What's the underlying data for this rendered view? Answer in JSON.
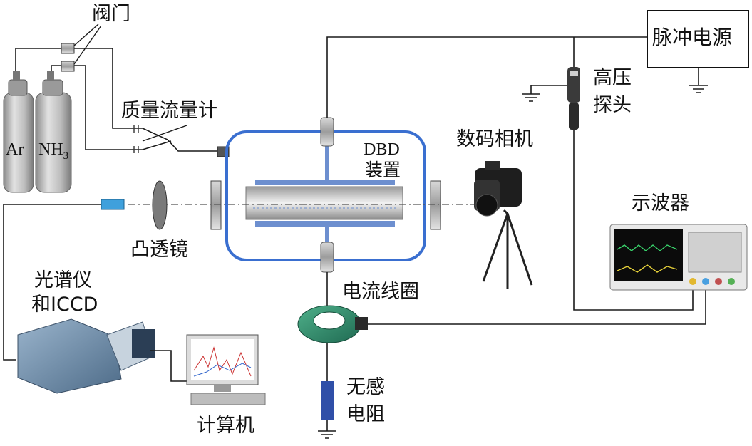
{
  "labels": {
    "valve": "阀门",
    "mass_flow_meter": "质量流量计",
    "gas_ar": "Ar",
    "gas_nh3": "NH",
    "gas_nh3_sub": "3",
    "dbd_line1": "DBD",
    "dbd_line2": "装置",
    "lens": "凸透镜",
    "spectrometer_line1": "光谱仪",
    "spectrometer_line2": "和ICCD",
    "computer": "计算机",
    "pulse_power": "脉冲电源",
    "hv_probe_line1": "高压",
    "hv_probe_line2": "探头",
    "camera": "数码相机",
    "oscilloscope": "示波器",
    "current_coil": "电流线圈",
    "resistor_line1": "无感",
    "resistor_line2": "电阻"
  },
  "colors": {
    "wire": "#1a1a1a",
    "chamber": "#3a6fd0",
    "electrode": "#6d8fcf",
    "resistor": "#2f4fa8",
    "fiber_head": "#3fa0dc",
    "coil": "#2e8a6a",
    "spectrometer": "#6f8fb0",
    "cylinder": "#b9b9b9"
  }
}
